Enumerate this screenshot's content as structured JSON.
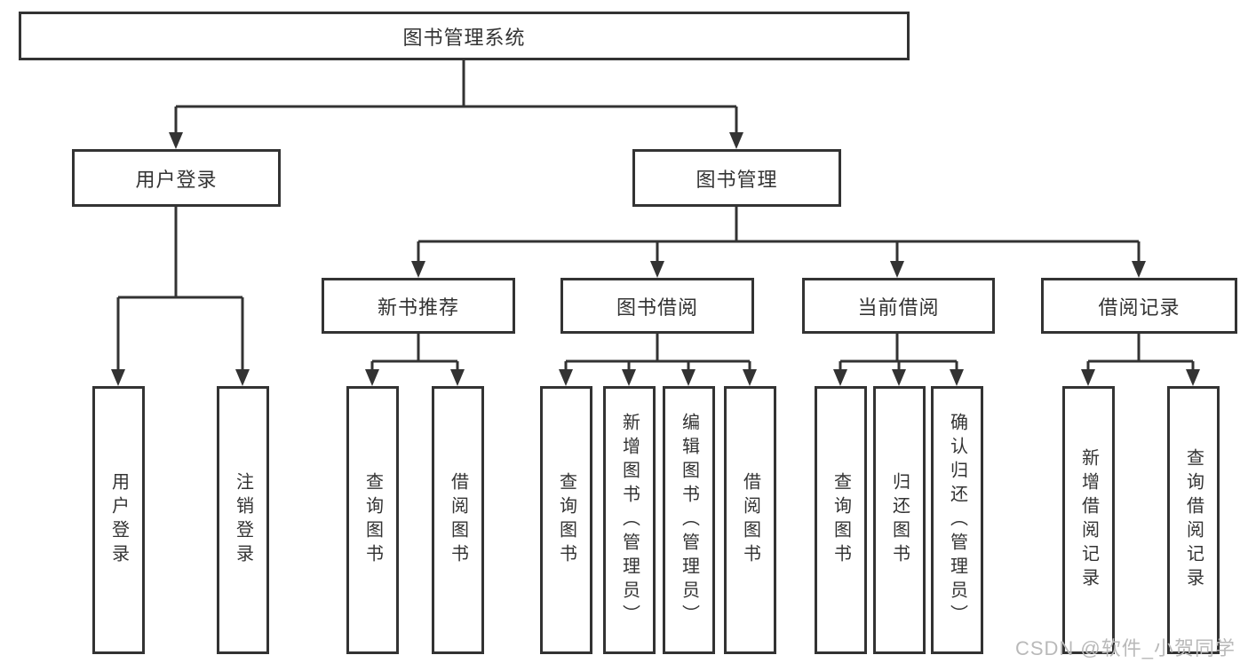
{
  "diagram": {
    "title": "图书管理系统",
    "nodes": {
      "root": "图书管理系统",
      "user_login": "用户登录",
      "book_mgmt": "图书管理",
      "new_book_rec": "新书推荐",
      "book_borrow": "图书借阅",
      "current_borrow": "当前借阅",
      "borrow_record": "借阅记录",
      "leaf_user_login": "用户登录",
      "leaf_logout": "注销登录",
      "leaf_rec_query_book": "查询图书",
      "leaf_rec_borrow_book": "借阅图书",
      "leaf_bor_query_book": "查询图书",
      "leaf_bor_add_book": "新增图书（管理员）",
      "leaf_bor_edit_book": "编辑图书（管理员）",
      "leaf_bor_borrow_book": "借阅图书",
      "leaf_cur_query_book": "查询图书",
      "leaf_cur_return_book": "归还图书",
      "leaf_cur_confirm_return": "确认归还（管理员）",
      "leaf_record_add": "新增借阅记录",
      "leaf_record_query": "查询借阅记录"
    },
    "colors": {
      "line": "#333333",
      "text": "#333333",
      "box_background": "#ffffff",
      "watermark": "#b9b9b9",
      "background": "#ffffff"
    }
  },
  "watermark": "CSDN @软件_小贺同学"
}
